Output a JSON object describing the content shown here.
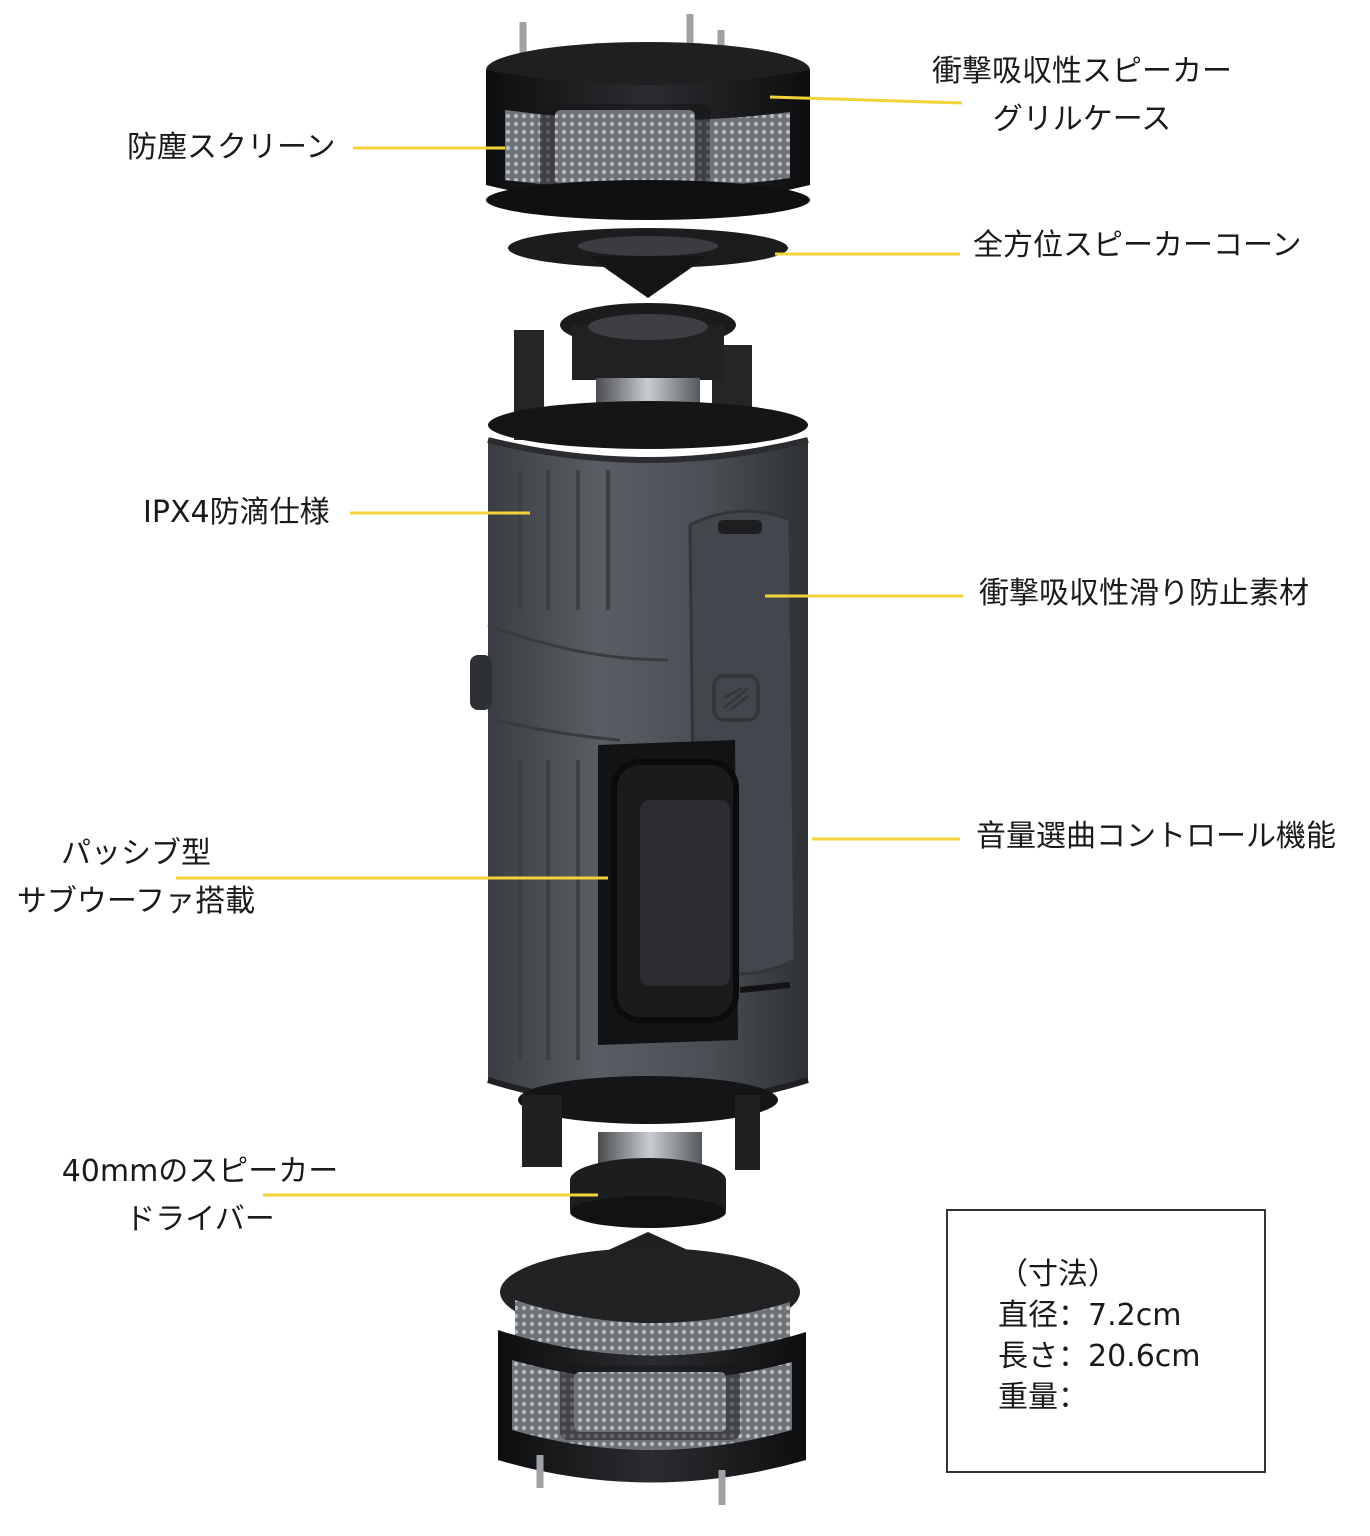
{
  "colors": {
    "leader": "#f2d33a",
    "body": "#4b4f55",
    "body_dark": "#2c2f33",
    "cap": "#151617",
    "mesh": "#9a9ea3",
    "text": "#1a1a1a"
  },
  "labels": {
    "dust_screen": "防塵スクリーン",
    "grille_case_1": "衝撃吸収性スピーカー",
    "grille_case_2": "グリルケース",
    "cone": "全方位スピーカーコーン",
    "ipx4": "IPX4防滴仕様",
    "antislip": "衝撃吸収性滑り防止素材",
    "controls": "音量選曲コントロール機能",
    "subwoofer_1": "パッシブ型",
    "subwoofer_2": "サブウーファ搭載",
    "driver_1": "40mmのスピーカー",
    "driver_2": "ドライバー"
  },
  "specs": {
    "heading": "（寸法）",
    "diameter": "直径：7.2cm",
    "length": "長さ：20.6cm",
    "weight": "重量："
  },
  "icons": {
    "brand_logo": "scosche-logo-icon"
  }
}
